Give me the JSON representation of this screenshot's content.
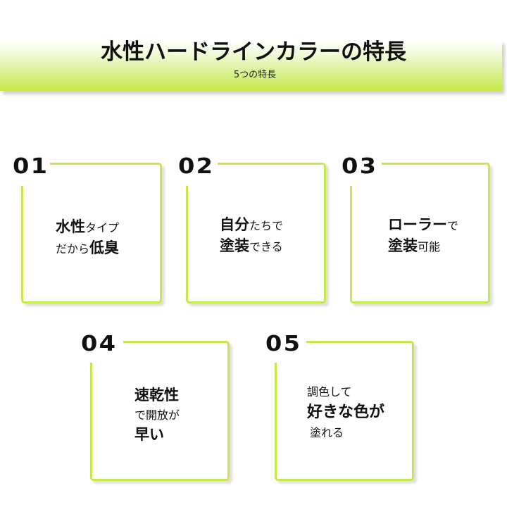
{
  "header": {
    "title": "水性ハードラインカラーの特長",
    "subtitle": "5つの特長"
  },
  "colors": {
    "accent_lime": "#c5e84a",
    "band_gradient_top": "#ffffff",
    "band_gradient_bottom": "#c4e845",
    "text": "#111111"
  },
  "features": [
    {
      "number": "01",
      "lines": [
        [
          {
            "text": "水性",
            "bold": true
          },
          {
            "text": "タイプ",
            "bold": false
          }
        ],
        [
          {
            "text": "だから",
            "bold": false
          },
          {
            "text": "低臭",
            "bold": true
          }
        ]
      ]
    },
    {
      "number": "02",
      "lines": [
        [
          {
            "text": "自分",
            "bold": true
          },
          {
            "text": "たちで",
            "bold": false
          }
        ],
        [
          {
            "text": "塗装",
            "bold": true
          },
          {
            "text": "できる",
            "bold": false
          }
        ]
      ]
    },
    {
      "number": "03",
      "lines": [
        [
          {
            "text": "ローラー",
            "bold": true
          },
          {
            "text": "で",
            "bold": false
          }
        ],
        [
          {
            "text": "塗装",
            "bold": true
          },
          {
            "text": "可能",
            "bold": false
          }
        ]
      ]
    },
    {
      "number": "04",
      "lines": [
        [
          {
            "text": "速乾性",
            "bold": true
          }
        ],
        [
          {
            "text": "で開放が",
            "bold": false
          }
        ],
        [
          {
            "text": "早い",
            "bold": true
          }
        ]
      ]
    },
    {
      "number": "05",
      "lines": [
        [
          {
            "text": "調色して",
            "bold": false
          }
        ],
        [
          {
            "text": "好きな色が",
            "bold": true
          }
        ],
        [
          {
            "text": "塗れる",
            "bold": false
          }
        ]
      ]
    }
  ]
}
